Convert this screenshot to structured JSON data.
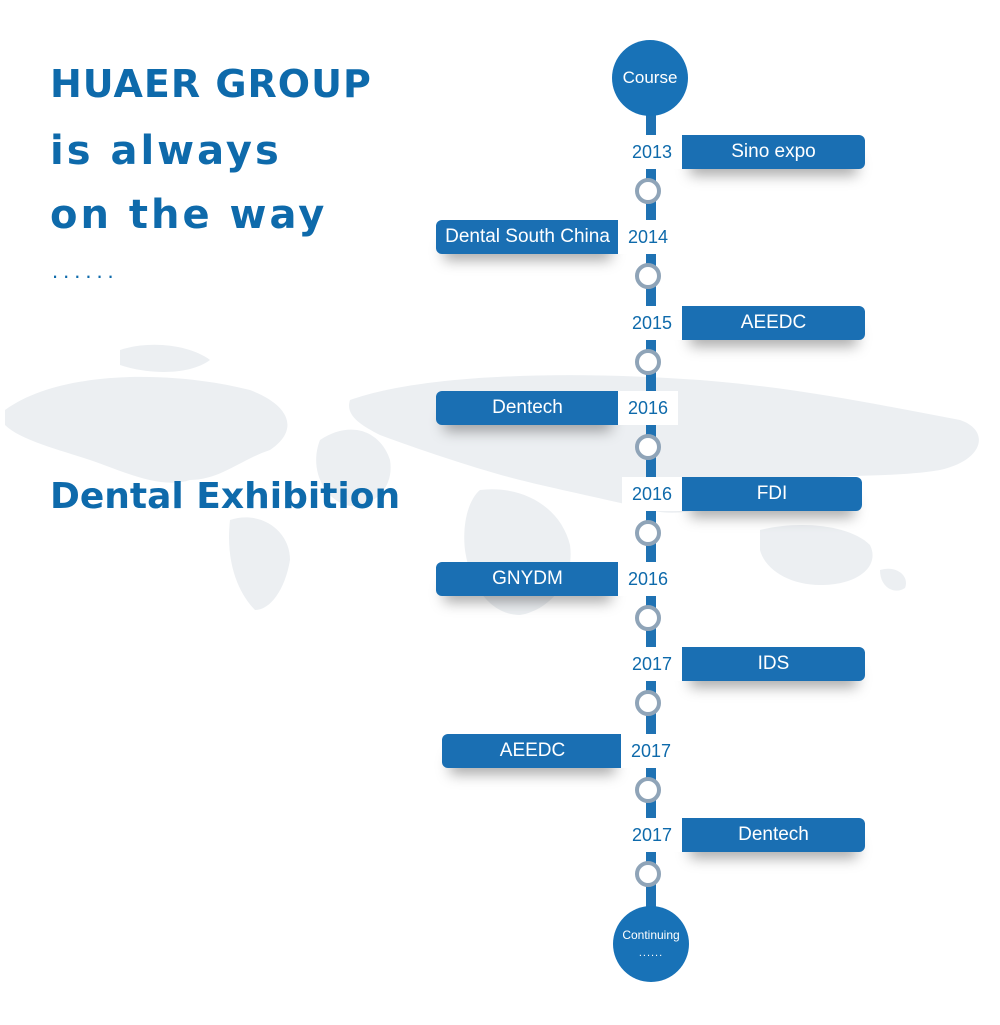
{
  "heading": {
    "line1": "HUAER GROUP",
    "line2": "is always",
    "line3": "on the way",
    "dots": "......"
  },
  "subtitle": "Dental Exhibition",
  "timeline": {
    "start_label": "Course",
    "end_label": "Continuing",
    "end_dots": "......",
    "events": [
      {
        "year": "2013",
        "name": "Sino expo",
        "side": "right"
      },
      {
        "year": "2014",
        "name": "Dental South China",
        "side": "left"
      },
      {
        "year": "2015",
        "name": "AEEDC",
        "side": "right"
      },
      {
        "year": "2016",
        "name": "Dentech",
        "side": "left"
      },
      {
        "year": "2016",
        "name": "FDI",
        "side": "right"
      },
      {
        "year": "2016",
        "name": "GNYDM",
        "side": "left"
      },
      {
        "year": "2017",
        "name": "IDS",
        "side": "right"
      },
      {
        "year": "2017",
        "name": "AEEDC",
        "side": "left"
      },
      {
        "year": "2017",
        "name": "Dentech",
        "side": "right"
      }
    ]
  },
  "colors": {
    "primary_blue": "#1a6fb3",
    "heading_blue": "#0e6aab",
    "ring_gray": "#8fa4b8",
    "map_gray": "#eaedf0"
  }
}
